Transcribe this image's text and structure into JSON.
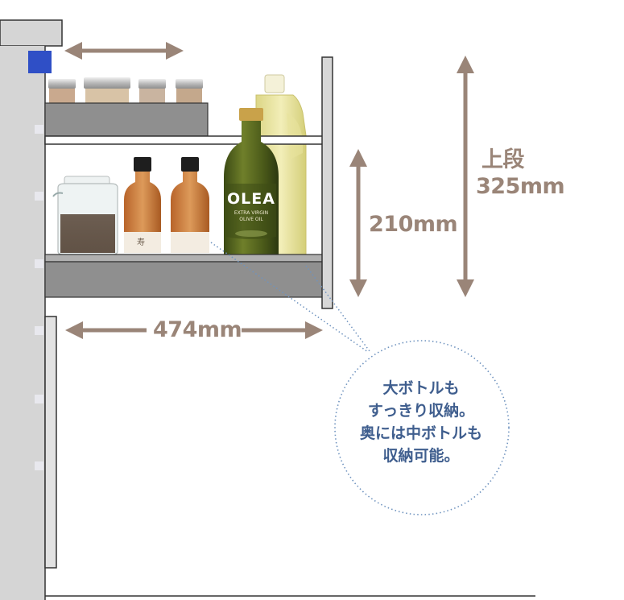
{
  "dimensions": {
    "top_tier_label": "上段",
    "top_tier_height": "325mm",
    "inner_height": "210mm",
    "width": "474mm"
  },
  "callout": {
    "lines": [
      "大ボトルも",
      "すっきり収納。",
      "奥には中ボトルも",
      "収納可能。"
    ]
  },
  "product_labels": {
    "olive_oil_brand": "OLEA",
    "olive_oil_line1": "EXTRA VIRGIN",
    "olive_oil_line2": "OLIVE OIL",
    "small_bottle_mark": "寿"
  },
  "colors": {
    "arrow": "#9a8578",
    "callout_text": "#3f5e8e",
    "callout_border": "#6f93bf",
    "accent_square": "#2f4fc6",
    "cabinet_gray": "#d5d5d5"
  }
}
